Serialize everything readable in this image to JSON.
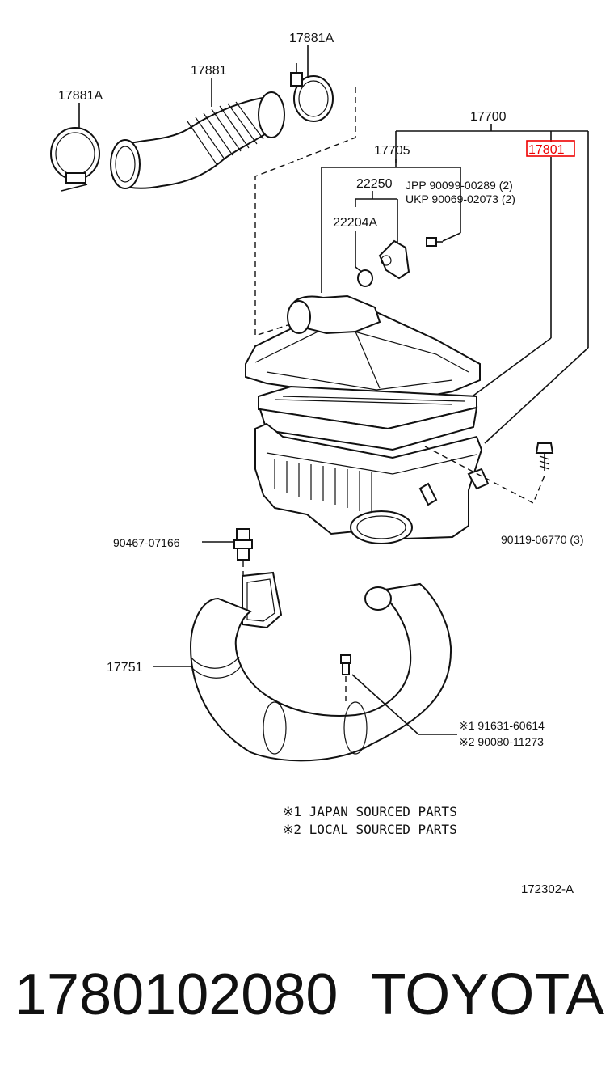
{
  "diagram": {
    "labels": {
      "clamp_top": "17881A",
      "hose_upper": "17881",
      "clamp_left": "17881A",
      "assembly": "17700",
      "cap_sub": "17705",
      "element": "17801",
      "sensor": "22250",
      "gasket": "22204A",
      "screw_jpp": "JPP 90099-00289 (2)",
      "screw_ukp": "UKP 90069-02073 (2)",
      "grommet": "90467-07166",
      "bolt_right": "90119-06770 (3)",
      "intake_hose": "17751",
      "bolt_note1": "※1  91631-60614",
      "bolt_note2": "※2  90080-11273",
      "figure_code": "172302-A"
    },
    "legend": [
      "※1   JAPAN SOURCED PARTS",
      "※2   LOCAL SOURCED PARTS"
    ],
    "highlighted_part": "17801",
    "highlight_color": "#e00000"
  },
  "footer": {
    "part_number": "1780102080",
    "brand": "TOYOTA"
  }
}
